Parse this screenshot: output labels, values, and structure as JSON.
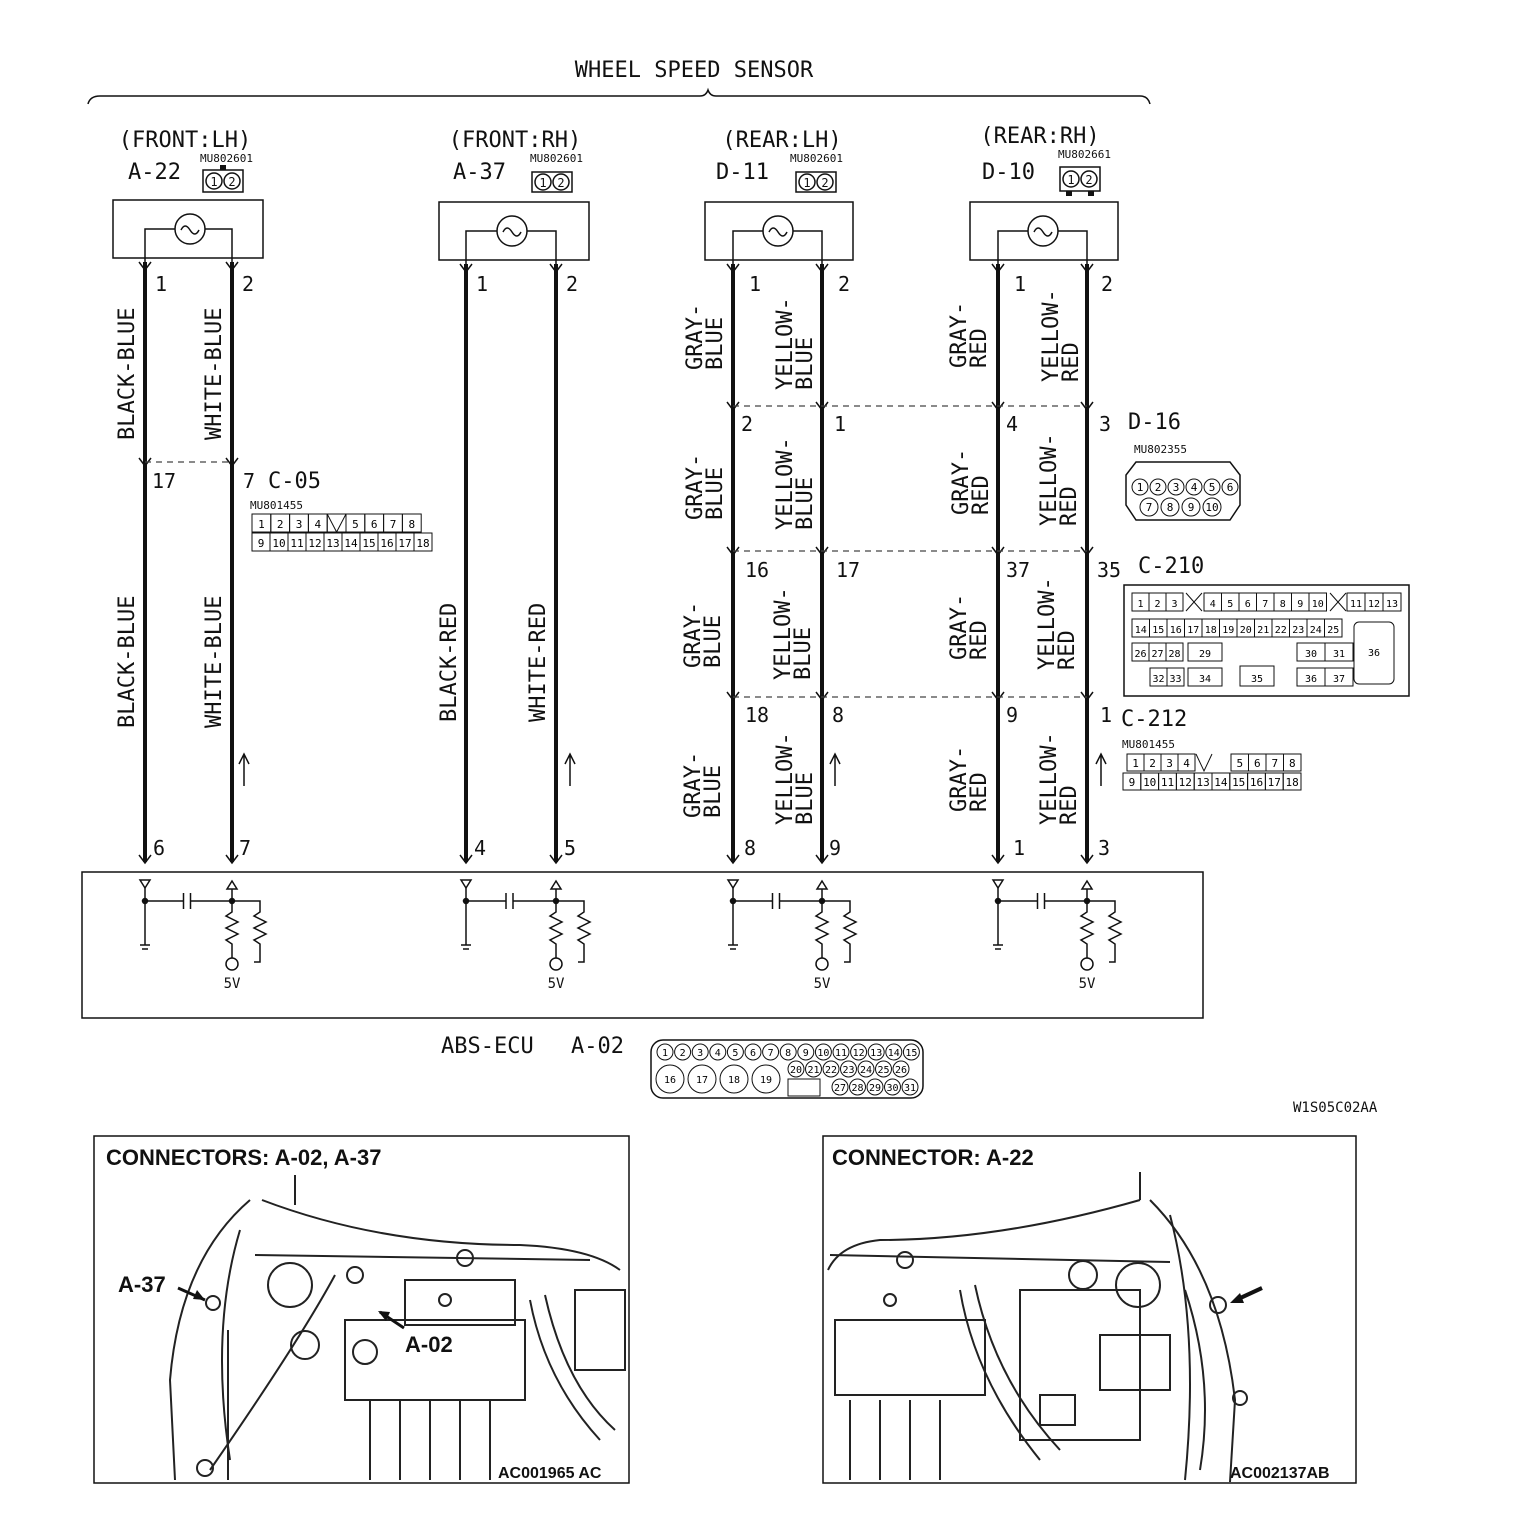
{
  "title": "WHEEL SPEED SENSOR",
  "sensors": [
    {
      "pos": "(FRONT:LH)",
      "conn": "A-22",
      "part": "MU802601",
      "pins": [
        "1",
        "2"
      ],
      "wire1": "BLACK-BLUE",
      "wire2": "WHITE-BLUE"
    },
    {
      "pos": "(FRONT:RH)",
      "conn": "A-37",
      "part": "MU802601",
      "pins": [
        "1",
        "2"
      ],
      "wire1": "BLACK-RED",
      "wire2": "WHITE-RED"
    },
    {
      "pos": "(REAR:LH)",
      "conn": "D-11",
      "part": "MU802601",
      "pins": [
        "1",
        "2"
      ],
      "wire1a": "GRAY-",
      "wire1b": "BLUE",
      "wire2a": "YELLOW-",
      "wire2b": "BLUE"
    },
    {
      "pos": "(REAR:RH)",
      "conn": "D-10",
      "part": "MU802661",
      "pins": [
        "1",
        "2"
      ],
      "wire1a": "GRAY-",
      "wire1b": "RED",
      "wire2a": "YELLOW-",
      "wire2b": "RED"
    }
  ],
  "intermediate": {
    "c05": {
      "name": "C-05",
      "part": "MU801455",
      "pin_a": "17",
      "pin_b": "7",
      "row1": [
        "1",
        "2",
        "3",
        "4",
        "",
        "5",
        "6",
        "7",
        "8"
      ],
      "row2": [
        "9",
        "10",
        "11",
        "12",
        "13",
        "14",
        "15",
        "16",
        "17",
        "18"
      ]
    },
    "d16": {
      "name": "D-16",
      "part": "MU802355",
      "row1": [
        "1",
        "2",
        "3",
        "4",
        "5",
        "6"
      ],
      "row2": [
        "7",
        "8",
        "9",
        "10"
      ],
      "pins": [
        "2",
        "1",
        "4",
        "3"
      ]
    },
    "c210": {
      "name": "C-210",
      "pins": [
        "16",
        "17",
        "37",
        "35"
      ],
      "row1": [
        "1",
        "2",
        "3",
        "4",
        "5",
        "6",
        "7",
        "8",
        "9",
        "10",
        "11",
        "12",
        "13"
      ],
      "row2": [
        "14",
        "15",
        "16",
        "17",
        "18",
        "19",
        "20",
        "21",
        "22",
        "23",
        "24",
        "25"
      ],
      "row3": [
        "26",
        "27",
        "28",
        "29",
        "30",
        "31",
        "36"
      ],
      "row4": [
        "32",
        "33",
        "34",
        "35",
        "36",
        "37"
      ]
    },
    "c212": {
      "name": "C-212",
      "part": "MU801455",
      "pins": [
        "18",
        "8",
        "9",
        "1"
      ],
      "row1": [
        "1",
        "2",
        "3",
        "4",
        "5",
        "6",
        "7",
        "8"
      ],
      "row2": [
        "9",
        "10",
        "11",
        "12",
        "13",
        "14",
        "15",
        "16",
        "17",
        "18"
      ]
    }
  },
  "ecu": {
    "name": "ABS-ECU",
    "conn": "A-02",
    "pins": [
      "6",
      "7",
      "4",
      "5",
      "8",
      "9",
      "1",
      "3"
    ],
    "voltage": "5V",
    "conn_row1": [
      "1",
      "2",
      "3",
      "4",
      "5",
      "6",
      "7",
      "8",
      "9",
      "10",
      "11",
      "12",
      "13",
      "14",
      "15"
    ],
    "conn_big": [
      "16",
      "17",
      "18",
      "19"
    ],
    "conn_row2": [
      "20",
      "21",
      "22",
      "23",
      "24",
      "25",
      "26"
    ],
    "conn_row3": [
      "27",
      "28",
      "29",
      "30",
      "31"
    ]
  },
  "figure_code": "W1S05C02AA",
  "photos": [
    {
      "title": "CONNECTORS: A-02, A-37",
      "labels": [
        "A-37",
        "A-02"
      ],
      "ref": "AC001965 AC"
    },
    {
      "title": "CONNECTOR: A-22",
      "labels": [],
      "ref": "AC002137AB"
    }
  ]
}
